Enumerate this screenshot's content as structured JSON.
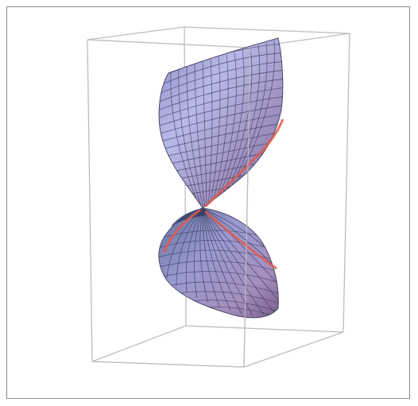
{
  "figure": {
    "kind": "3d-surface-plot",
    "surface_shape": "twisted ruled surface (helicoid-like) with two lobes meeting at a central pinch point",
    "colors": {
      "frame_border": "#8a8a8a",
      "bounding_box": "#bdbdbd",
      "surface_light": "#c8c8ee",
      "surface_mid": "#9a9ad0",
      "surface_dark": "#5a5a8c",
      "mesh_lines": "#3a3a5a",
      "highlight_curve": "#e05a4a"
    },
    "bounding_box_visible": true,
    "mesh_visible": true,
    "highlight_curves": 2
  }
}
